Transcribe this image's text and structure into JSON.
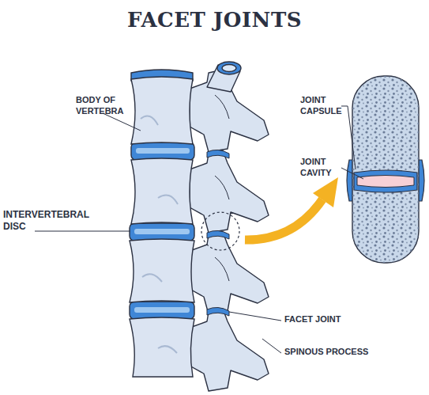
{
  "diagram": {
    "title": "FACET JOINTS",
    "labels": [
      "BODY OF VERTEBRA",
      "INTERVERTEBRAL DISC",
      "JOINT CAPSULE",
      "JOINT CAVITY",
      "FACET JOINT",
      "SPINOUS PROCESS"
    ]
  }
}
